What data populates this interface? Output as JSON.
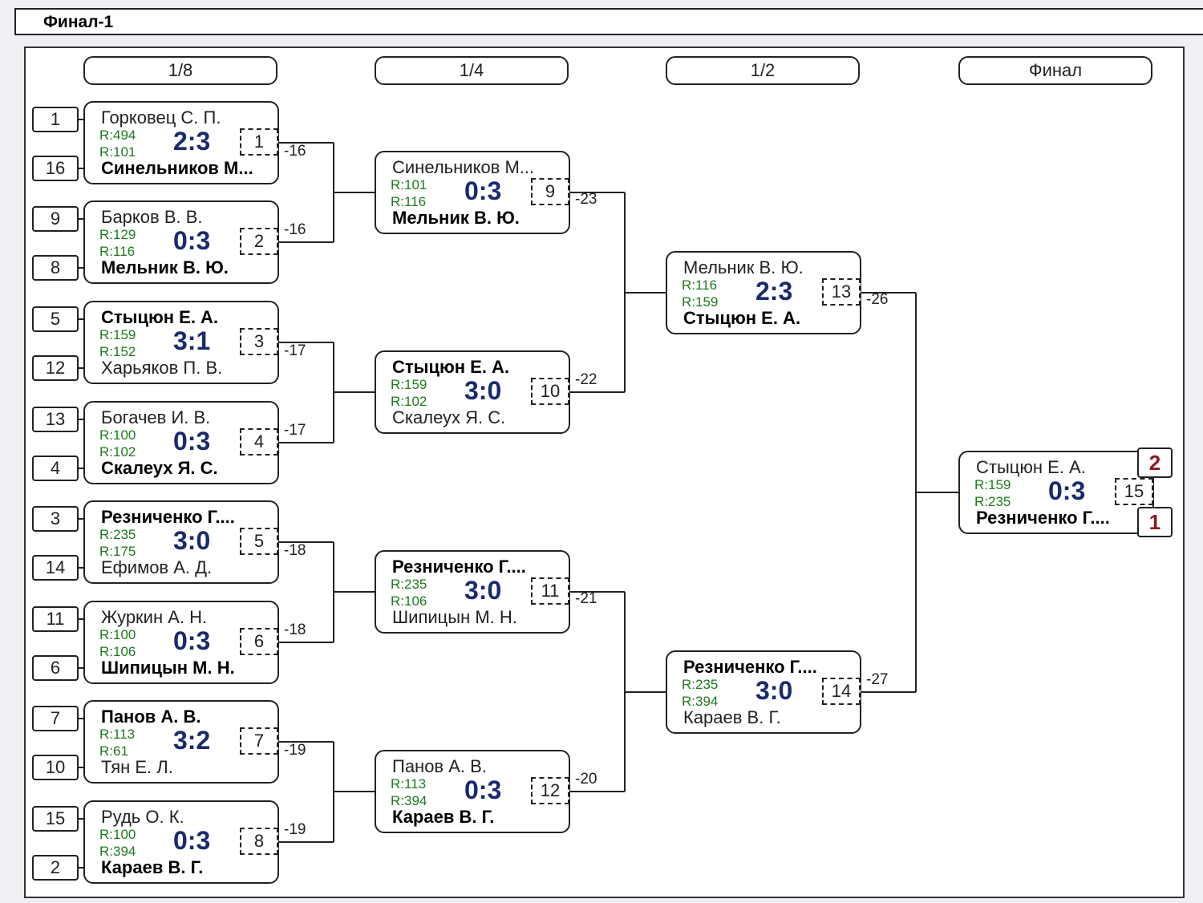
{
  "title": "Финал-1",
  "rounds": [
    "1/8",
    "1/4",
    "1/2",
    "Финал"
  ],
  "seeds": [
    "1",
    "16",
    "9",
    "8",
    "5",
    "12",
    "13",
    "4",
    "3",
    "14",
    "11",
    "6",
    "7",
    "10",
    "15",
    "2"
  ],
  "matches": [
    {
      "no": "1",
      "top": "Горковец С. П.",
      "bottom": "Синельников М...",
      "r1": "R:494",
      "r2": "R:101",
      "score": "2:3",
      "winner": "bottom",
      "loser_ref": "-16"
    },
    {
      "no": "2",
      "top": "Барков В. В.",
      "bottom": "Мельник В. Ю.",
      "r1": "R:129",
      "r2": "R:116",
      "score": "0:3",
      "winner": "bottom",
      "loser_ref": "-16"
    },
    {
      "no": "3",
      "top": "Стыцюн Е. А.",
      "bottom": "Харьяков П. В.",
      "r1": "R:159",
      "r2": "R:152",
      "score": "3:1",
      "winner": "top",
      "loser_ref": "-17"
    },
    {
      "no": "4",
      "top": "Богачев И. В.",
      "bottom": "Скалеух Я. С.",
      "r1": "R:100",
      "r2": "R:102",
      "score": "0:3",
      "winner": "bottom",
      "loser_ref": "-17"
    },
    {
      "no": "5",
      "top": "Резниченко Г....",
      "bottom": "Ефимов А. Д.",
      "r1": "R:235",
      "r2": "R:175",
      "score": "3:0",
      "winner": "top",
      "loser_ref": "-18"
    },
    {
      "no": "6",
      "top": "Журкин А. Н.",
      "bottom": "Шипицын М. Н.",
      "r1": "R:100",
      "r2": "R:106",
      "score": "0:3",
      "winner": "bottom",
      "loser_ref": "-18"
    },
    {
      "no": "7",
      "top": "Панов А. В.",
      "bottom": "Тян Е. Л.",
      "r1": "R:113",
      "r2": "R:61",
      "score": "3:2",
      "winner": "top",
      "loser_ref": "-19"
    },
    {
      "no": "8",
      "top": "Рудь О. К.",
      "bottom": "Караев В. Г.",
      "r1": "R:100",
      "r2": "R:394",
      "score": "0:3",
      "winner": "bottom",
      "loser_ref": "-19"
    },
    {
      "no": "9",
      "top": "Синельников М...",
      "bottom": "Мельник В. Ю.",
      "r1": "R:101",
      "r2": "R:116",
      "score": "0:3",
      "winner": "bottom",
      "loser_ref": "-23"
    },
    {
      "no": "10",
      "top": "Стыцюн Е. А.",
      "bottom": "Скалеух Я. С.",
      "r1": "R:159",
      "r2": "R:102",
      "score": "3:0",
      "winner": "top",
      "loser_ref": "-22"
    },
    {
      "no": "11",
      "top": "Резниченко Г....",
      "bottom": "Шипицын М. Н.",
      "r1": "R:235",
      "r2": "R:106",
      "score": "3:0",
      "winner": "top",
      "loser_ref": "-21"
    },
    {
      "no": "12",
      "top": "Панов А. В.",
      "bottom": "Караев В. Г.",
      "r1": "R:113",
      "r2": "R:394",
      "score": "0:3",
      "winner": "bottom",
      "loser_ref": "-20"
    },
    {
      "no": "13",
      "top": "Мельник В. Ю.",
      "bottom": "Стыцюн Е. А.",
      "r1": "R:116",
      "r2": "R:159",
      "score": "2:3",
      "winner": "bottom",
      "loser_ref": "-26"
    },
    {
      "no": "14",
      "top": "Резниченко Г....",
      "bottom": "Караев В. Г.",
      "r1": "R:235",
      "r2": "R:394",
      "score": "3:0",
      "winner": "top",
      "loser_ref": "-27"
    },
    {
      "no": "15",
      "top": "Стыцюн Е. А.",
      "bottom": "Резниченко Г....",
      "r1": "R:159",
      "r2": "R:235",
      "score": "0:3",
      "winner": "bottom",
      "loser_ref": ""
    }
  ],
  "final_places": {
    "top": "2",
    "bottom": "1"
  }
}
